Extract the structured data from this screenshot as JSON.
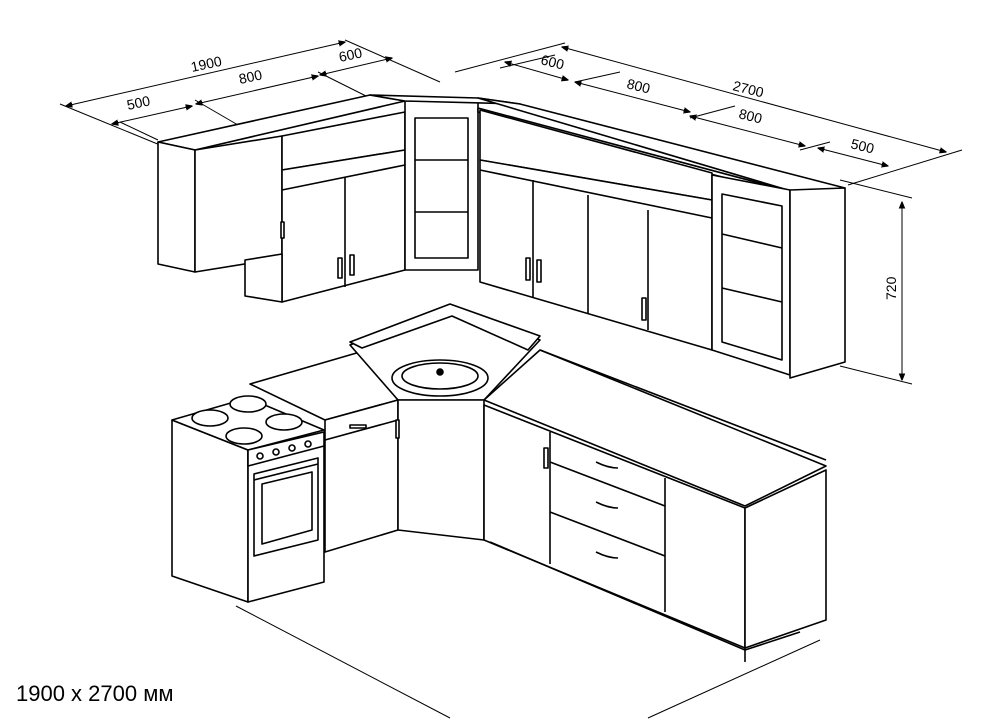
{
  "caption": "1900 x 2700 мм",
  "dimensions": {
    "left_total": "1900",
    "left_500": "500",
    "left_800": "800",
    "left_600": "600",
    "right_600": "600",
    "right_800a": "800",
    "right_total": "2700",
    "right_800b": "800",
    "right_500": "500",
    "height": "720"
  },
  "colors": {
    "line": "#000000",
    "background": "#ffffff"
  }
}
